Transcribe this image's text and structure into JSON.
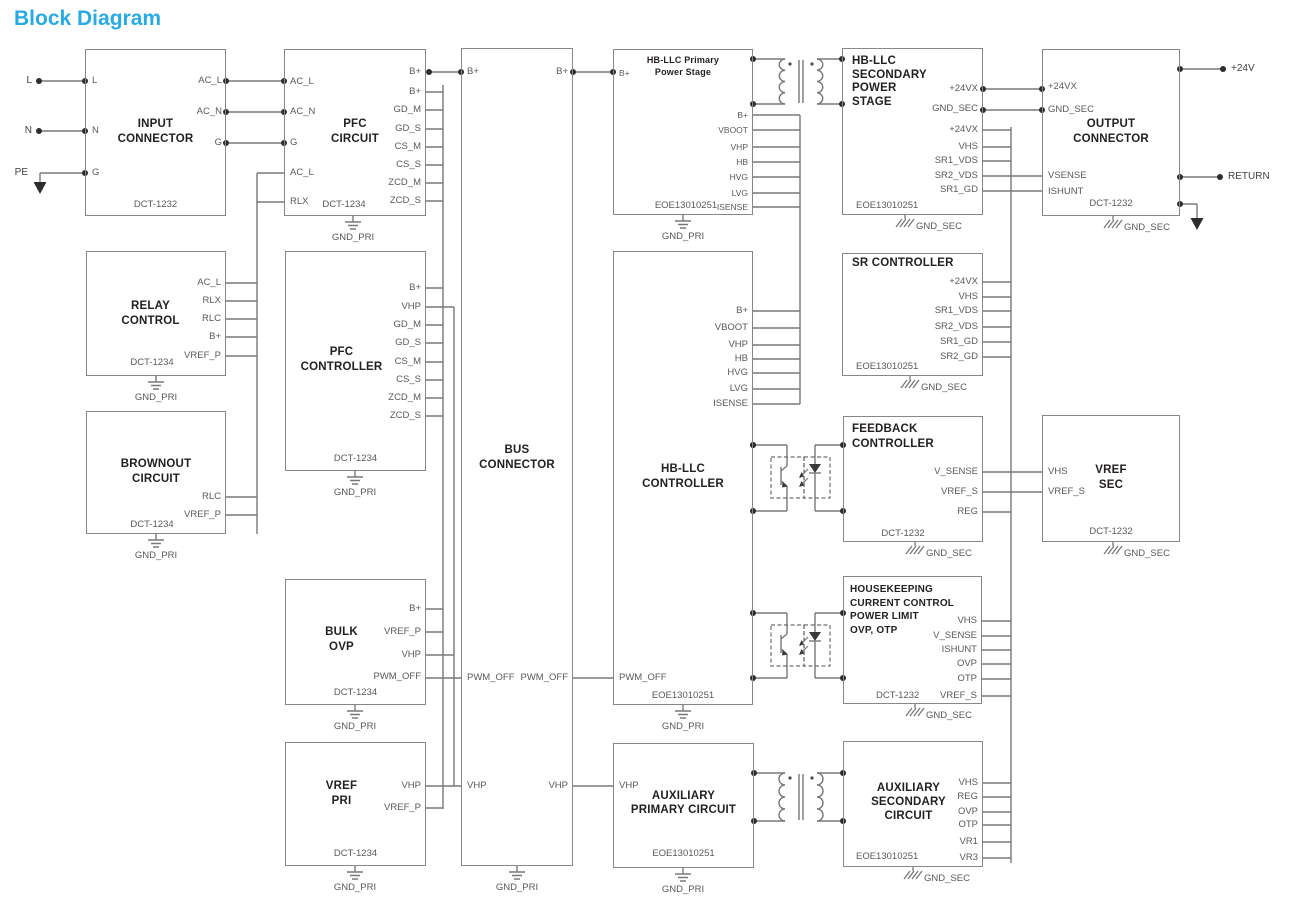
{
  "title": "Block Diagram",
  "colors": {
    "accent": "#29abe2",
    "wire": "#77787b",
    "pin_text": "#58595b",
    "title_text": "#231f20"
  },
  "labels": {
    "l": "L",
    "n": "N",
    "pe": "PE",
    "p24": "+24V",
    "ret": "RETURN",
    "gnd_pri": "GND_PRI",
    "gnd_sec": "GND_SEC"
  },
  "blocks": {
    "input_connector": {
      "title": "INPUT\nCONNECTOR",
      "part": "DCT-1232",
      "left": [
        "L",
        "N",
        "G"
      ],
      "right": [
        "AC_L",
        "AC_N",
        "G"
      ]
    },
    "pfc_circuit": {
      "title": "PFC\nCIRCUIT",
      "part": "DCT-1234",
      "left": [
        "AC_L",
        "AC_N",
        "G",
        "AC_L",
        "RLX"
      ],
      "right": [
        "B+",
        "B+",
        "GD_M",
        "GD_S",
        "CS_M",
        "CS_S",
        "ZCD_M",
        "ZCD_S"
      ]
    },
    "relay_control": {
      "title": "RELAY\nCONTROL",
      "part": "DCT-1234",
      "right": [
        "AC_L",
        "RLX",
        "RLC",
        "B+",
        "VREF_P"
      ]
    },
    "brownout": {
      "title": "BROWNOUT\nCIRCUIT",
      "part": "DCT-1234",
      "right": [
        "RLC",
        "VREF_P"
      ]
    },
    "pfc_controller": {
      "title": "PFC\nCONTROLLER",
      "part": "DCT-1234",
      "right": [
        "B+",
        "VHP",
        "GD_M",
        "GD_S",
        "CS_M",
        "CS_S",
        "ZCD_M",
        "ZCD_S"
      ]
    },
    "bulk_ovp": {
      "title": "BULK\nOVP",
      "part": "DCT-1234",
      "right": [
        "B+",
        "VREF_P",
        "VHP",
        "PWM_OFF"
      ]
    },
    "vref_pri": {
      "title": "VREF\nPRI",
      "part": "DCT-1234",
      "right": [
        "VHP",
        "VREF_P"
      ]
    },
    "bus_connector": {
      "title": "BUS\nCONNECTOR",
      "pin_b": "B+",
      "pin_pwm": "PWM_OFF",
      "pin_vhp": "VHP"
    },
    "hbllc_primary": {
      "title": "HB-LLC Primary\nPower Stage",
      "part": "EOE13010251",
      "left": [
        "B+"
      ],
      "right": [
        "B+",
        "VBOOT",
        "VHP",
        "HB",
        "HVG",
        "LVG",
        "ISENSE"
      ]
    },
    "hbllc_controller": {
      "title": "HB-LLC\nCONTROLLER",
      "part": "EOE13010251",
      "left": [
        "PWM_OFF"
      ],
      "right": [
        "B+",
        "VBOOT",
        "VHP",
        "HB",
        "HVG",
        "LVG",
        "ISENSE"
      ]
    },
    "aux_primary": {
      "title": "AUXILIARY\nPRIMARY CIRCUIT",
      "part": "EOE13010251",
      "left": [
        "VHP"
      ]
    },
    "hbllc_secondary": {
      "title": "HB-LLC\nSECONDARY\nPOWER\nSTAGE",
      "part": "EOE13010251",
      "right": [
        "+24VX",
        "GND_SEC",
        "+24VX",
        "VHS",
        "SR1_VDS",
        "SR2_VDS",
        "SR1_GD"
      ]
    },
    "sr_controller": {
      "title": "SR CONTROLLER",
      "part": "EOE13010251",
      "right": [
        "+24VX",
        "VHS",
        "SR1_VDS",
        "SR2_VDS",
        "SR1_GD",
        "SR2_GD"
      ]
    },
    "feedback": {
      "title": "FEEDBACK\nCONTROLLER",
      "part": "DCT-1232",
      "right": [
        "V_SENSE",
        "VREF_S",
        "REG"
      ]
    },
    "housekeeping": {
      "title": "HOUSEKEEPING\nCURRENT CONTROL\nPOWER LIMIT\nOVP, OTP",
      "part": "DCT-1232",
      "right": [
        "VHS",
        "V_SENSE",
        "ISHUNT",
        "OVP",
        "OTP",
        "VREF_S"
      ]
    },
    "aux_secondary": {
      "title": "AUXILIARY\nSECONDARY\nCIRCUIT",
      "part": "EOE13010251",
      "right": [
        "VHS",
        "REG",
        "OVP",
        "OTP",
        "VR1",
        "VR3"
      ]
    },
    "output_connector": {
      "title": "OUTPUT\nCONNECTOR",
      "part": "DCT-1232",
      "left": [
        "+24VX",
        "GND_SEC",
        "VSENSE",
        "ISHUNT"
      ]
    },
    "vref_sec": {
      "title": "VREF\nSEC",
      "part": "DCT-1232",
      "left": [
        "VHS",
        "VREF_S"
      ]
    }
  }
}
